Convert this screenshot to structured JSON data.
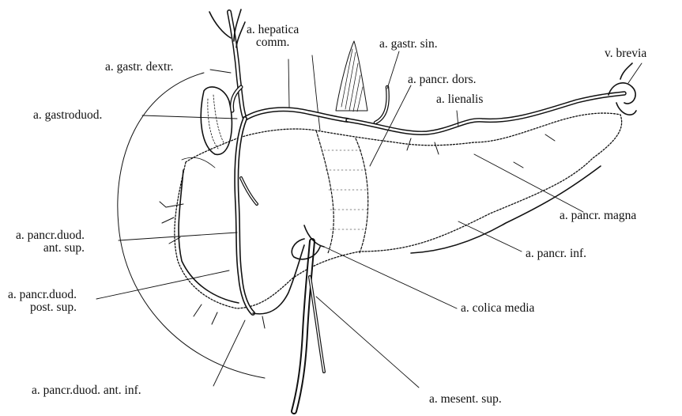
{
  "figure": {
    "colors": {
      "ink": "#111111",
      "background": "#ffffff"
    },
    "labels": {
      "hepatica_comm": [
        "a. hepatica",
        "comm."
      ],
      "gastr_sin": "a. gastr. sin.",
      "v_brevia": "v. brevia",
      "gastr_dextr": "a. gastr. dextr.",
      "pancr_dors": "a. pancr. dors.",
      "lienalis": "a. lienalis",
      "gastroduod": "a. gastroduod.",
      "pancr_magna": "a. pancr. magna",
      "pancr_duod_ant_sup": [
        "a. pancr.duod.",
        "ant. sup."
      ],
      "pancr_inf": "a. pancr. inf.",
      "colica_media": "a. colica media",
      "pancr_duod_post_sup": [
        "a. pancr.duod.",
        "post. sup."
      ],
      "pancr_duod_ant_inf": "a. pancr.duod. ant. inf.",
      "mesent_sup": "a. mesent. sup."
    }
  }
}
